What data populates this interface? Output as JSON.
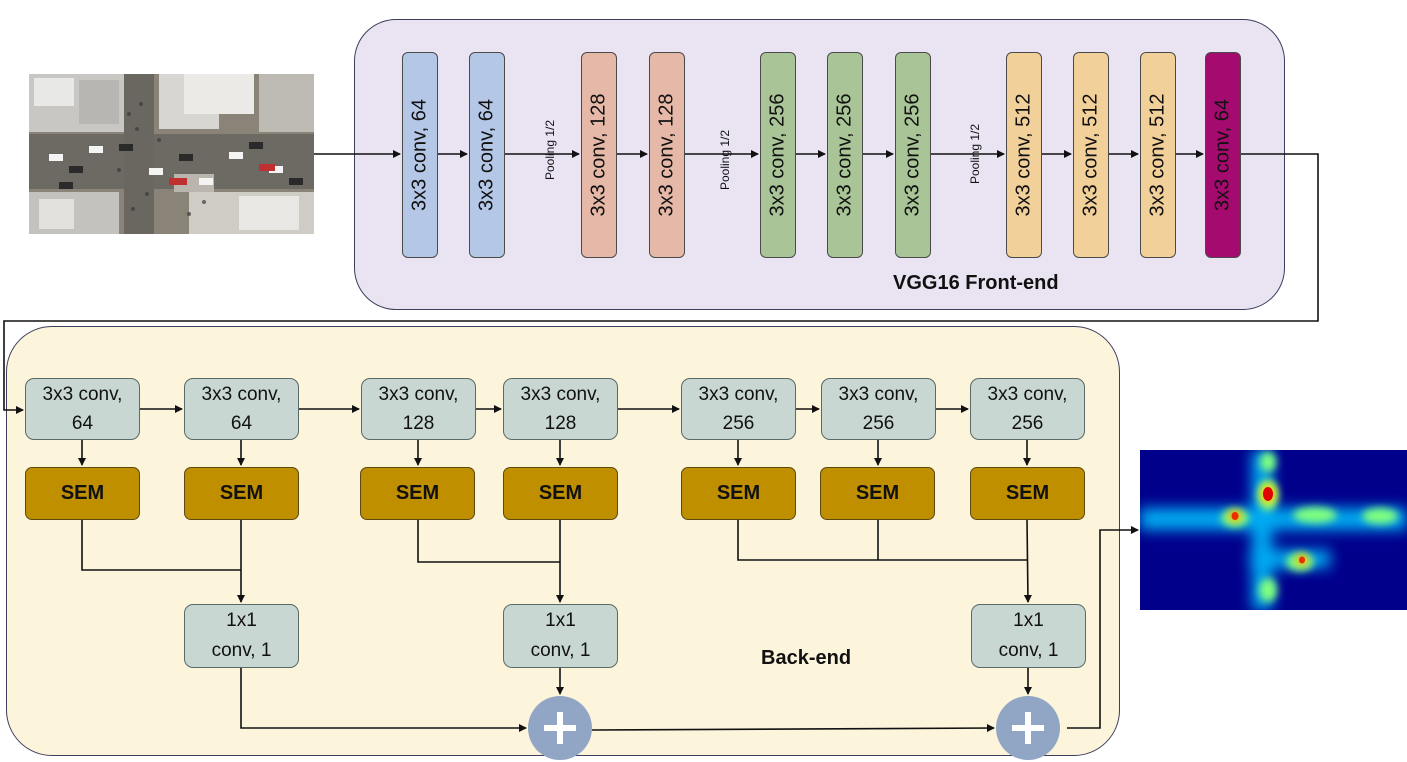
{
  "frontend": {
    "title": "VGG16 Front-end",
    "blocks": [
      {
        "label": "3x3 conv, 64",
        "color": "#b4c7e7"
      },
      {
        "label": "3x3 conv, 64",
        "color": "#b4c7e7"
      },
      {
        "label": "3x3 conv, 128",
        "color": "#e6b8a8"
      },
      {
        "label": "3x3 conv, 128",
        "color": "#e6b8a8"
      },
      {
        "label": "3x3 conv, 256",
        "color": "#a9c597"
      },
      {
        "label": "3x3 conv, 256",
        "color": "#a9c597"
      },
      {
        "label": "3x3 conv, 256",
        "color": "#a9c597"
      },
      {
        "label": "3x3 conv, 512",
        "color": "#f2d09a"
      },
      {
        "label": "3x3 conv, 512",
        "color": "#f2d09a"
      },
      {
        "label": "3x3 conv, 512",
        "color": "#f2d09a"
      },
      {
        "label": "3x3 conv, 64",
        "color": "#a50b6e"
      }
    ],
    "pooling": [
      "Pooling 1/2",
      "Pooling 1/2",
      "Pooling 1/2"
    ]
  },
  "backend": {
    "title": "Back-end",
    "convs": [
      {
        "line1": "3x3 conv,",
        "line2": "64"
      },
      {
        "line1": "3x3 conv,",
        "line2": "64"
      },
      {
        "line1": "3x3 conv,",
        "line2": "128"
      },
      {
        "line1": "3x3 conv,",
        "line2": "128"
      },
      {
        "line1": "3x3 conv,",
        "line2": "256"
      },
      {
        "line1": "3x3 conv,",
        "line2": "256"
      },
      {
        "line1": "3x3 conv,",
        "line2": "256"
      }
    ],
    "sem_label": "SEM",
    "conv1x1": [
      {
        "line1": "1x1",
        "line2": "conv, 1"
      },
      {
        "line1": "1x1",
        "line2": "conv, 1"
      },
      {
        "line1": "1x1",
        "line2": "conv, 1"
      }
    ]
  },
  "images": {
    "input": "aerial-crowd-street-photo",
    "output": "density-heatmap"
  }
}
